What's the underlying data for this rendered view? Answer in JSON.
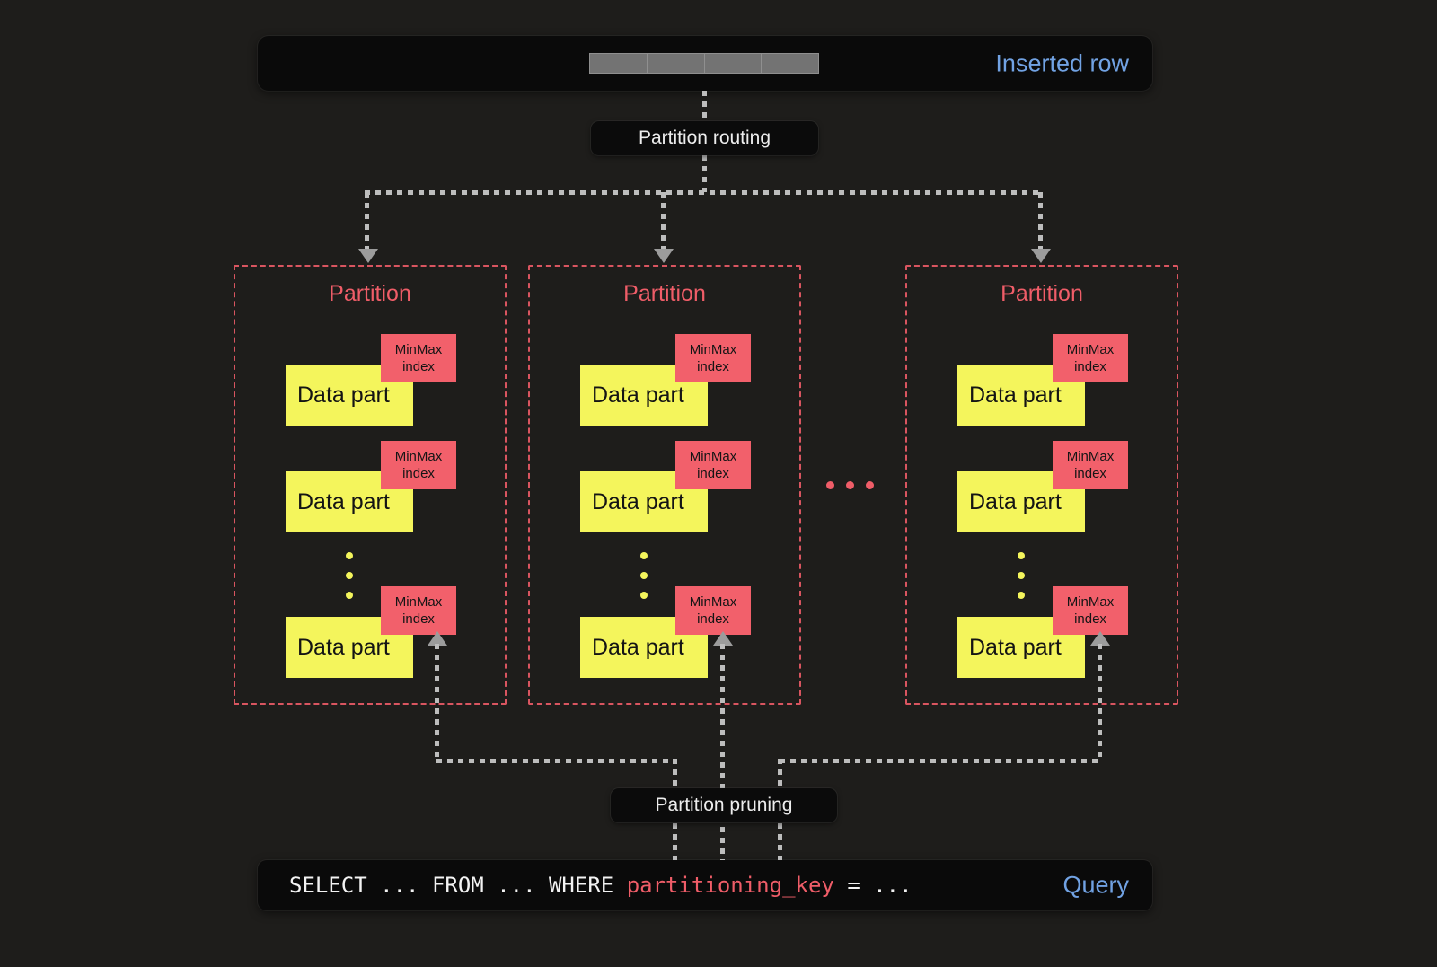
{
  "colors": {
    "background": "#1e1d1b",
    "panel": "#0a0a0a",
    "accent_blue": "#71a2e3",
    "accent_red": "#ef5d68",
    "accent_yellow": "#f4f55c",
    "line_gray": "#bdbdbd"
  },
  "inserted_row": {
    "label": "Inserted row",
    "segment_count": 4
  },
  "labels": {
    "partition_routing": "Partition routing",
    "partition_pruning": "Partition pruning"
  },
  "partitions": [
    {
      "title": "Partition",
      "parts": [
        {
          "label": "Data part",
          "tag": "MinMax index"
        },
        {
          "label": "Data part",
          "tag": "MinMax index"
        },
        {
          "label": "Data part",
          "tag": "MinMax index"
        }
      ]
    },
    {
      "title": "Partition",
      "parts": [
        {
          "label": "Data part",
          "tag": "MinMax index"
        },
        {
          "label": "Data part",
          "tag": "MinMax index"
        },
        {
          "label": "Data part",
          "tag": "MinMax index"
        }
      ]
    },
    {
      "title": "Partition",
      "parts": [
        {
          "label": "Data part",
          "tag": "MinMax index"
        },
        {
          "label": "Data part",
          "tag": "MinMax index"
        },
        {
          "label": "Data part",
          "tag": "MinMax index"
        }
      ]
    }
  ],
  "query": {
    "prefix": "SELECT ... FROM ... WHERE ",
    "key": "partitioning_key",
    "suffix": " = ...",
    "label": "Query"
  }
}
